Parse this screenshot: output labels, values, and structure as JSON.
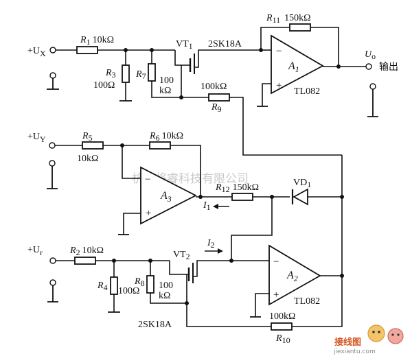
{
  "inputs": {
    "ux": "+U",
    "ux_sub": "X",
    "uy": "+U",
    "uy_sub": "Y",
    "ur": "+U",
    "ur_sub": "r"
  },
  "output": {
    "symbol": "U",
    "symbol_sub": "o",
    "label": "输出"
  },
  "resistors": {
    "r1": {
      "name": "R",
      "sub": "1",
      "value": "10kΩ"
    },
    "r2": {
      "name": "R",
      "sub": "2",
      "value": "10kΩ"
    },
    "r3": {
      "name": "R",
      "sub": "3",
      "value": "100Ω"
    },
    "r4": {
      "name": "R",
      "sub": "4",
      "value": "100Ω"
    },
    "r5": {
      "name": "R",
      "sub": "5",
      "value": "10kΩ"
    },
    "r6": {
      "name": "R",
      "sub": "6",
      "value": "10kΩ"
    },
    "r7": {
      "name": "R",
      "sub": "7",
      "value_line1": "100",
      "value_line2": "kΩ"
    },
    "r8": {
      "name": "R",
      "sub": "8",
      "value_line1": "100",
      "value_line2": "kΩ"
    },
    "r9": {
      "name": "R",
      "sub": "9",
      "value": "100kΩ"
    },
    "r10": {
      "name": "R",
      "sub": "10",
      "value": "100kΩ"
    },
    "r11": {
      "name": "R",
      "sub": "11",
      "value": "150kΩ"
    },
    "r12": {
      "name": "R",
      "sub": "12",
      "value": "150kΩ"
    }
  },
  "opamps": {
    "a1": {
      "name": "A",
      "sub": "1",
      "part": "TL082",
      "minus": "−",
      "plus": "+"
    },
    "a2": {
      "name": "A",
      "sub": "2",
      "part": "TL082",
      "minus": "−",
      "plus": "+"
    },
    "a3": {
      "name": "A",
      "sub": "3",
      "minus": "−",
      "plus": "+"
    }
  },
  "transistors": {
    "vt1": {
      "name": "VT",
      "sub": "1",
      "part": "2SK18A"
    },
    "vt2": {
      "name": "VT",
      "sub": "2",
      "part": "2SK18A"
    }
  },
  "diode": {
    "name": "VD",
    "sub": "1"
  },
  "currents": {
    "i1": {
      "name": "I",
      "sub": "1"
    },
    "i2": {
      "name": "I",
      "sub": "2"
    }
  },
  "watermarks": {
    "center": "杭州将睿科技有限公司",
    "logo": "接线图",
    "url": "jiexiantu.com"
  }
}
